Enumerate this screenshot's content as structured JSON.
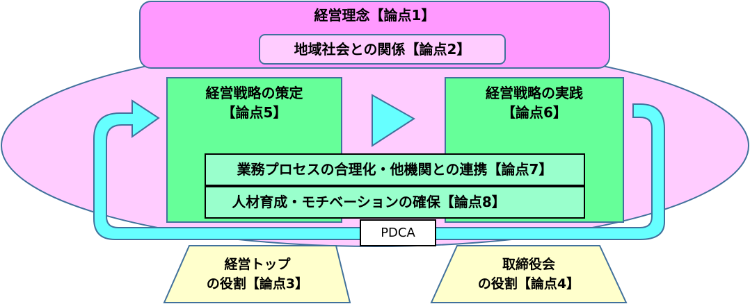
{
  "diagram": {
    "philosophy": {
      "label": "経営理念【論点1】"
    },
    "community": {
      "label": "地域社会との関係【論点2】"
    },
    "strategy_formulation": {
      "line1": "経営戦略の策定",
      "line2": "【論点5】"
    },
    "strategy_execution": {
      "line1": "経営戦略の実践",
      "line2": "【論点6】"
    },
    "process": {
      "label": "業務プロセスの合理化・他機関との連携【論点7】"
    },
    "hr": {
      "label": "人材育成・モチベーションの確保【論点8】"
    },
    "cycle": {
      "label": "PDCA"
    },
    "top_role": {
      "line1": "経営トップ",
      "line2": "の役割【論点3】"
    },
    "board_role": {
      "line1": "取締役会",
      "line2": "の役割【論点4】"
    }
  },
  "colors": {
    "philosophy_fill": "#ff99ff",
    "ellipse_fill": "#ffccff",
    "community_fill": "#ffccff",
    "strategy_fill": "#66ff99",
    "inner_box_fill": "#99ffcc",
    "arrow_fill": "#66ffff",
    "role_fill": "#ffffcc",
    "outline": "#41719c"
  }
}
